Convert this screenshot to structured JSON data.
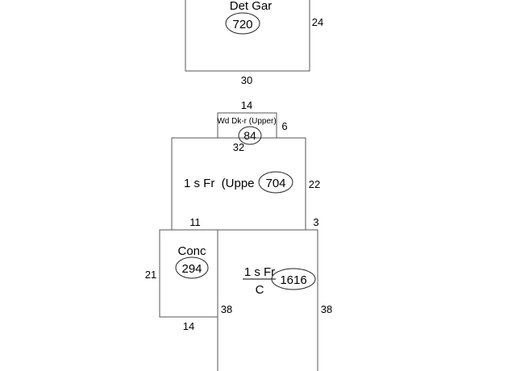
{
  "sketch": {
    "det_gar": {
      "label": "Det Gar",
      "area": "720",
      "dim_right": "24",
      "dim_bottom": "30"
    },
    "wd_dk": {
      "label": "Wd Dk-r (Upper)",
      "area": "84",
      "dim_top": "14",
      "dim_right": "6",
      "dim_bottom": "32"
    },
    "upper_fr": {
      "label": "1 s Fr  (Uppe",
      "area": "704",
      "dim_right": "22",
      "dim_bottom_left": "11",
      "dim_bottom_right": "3"
    },
    "conc": {
      "label": "Conc",
      "area": "294",
      "dim_left": "21",
      "dim_bottom": "14",
      "dim_right": "38"
    },
    "main_fr": {
      "label_top": "1 s Fr",
      "label_bottom": "C",
      "area": "1616",
      "dim_right": "38"
    }
  }
}
